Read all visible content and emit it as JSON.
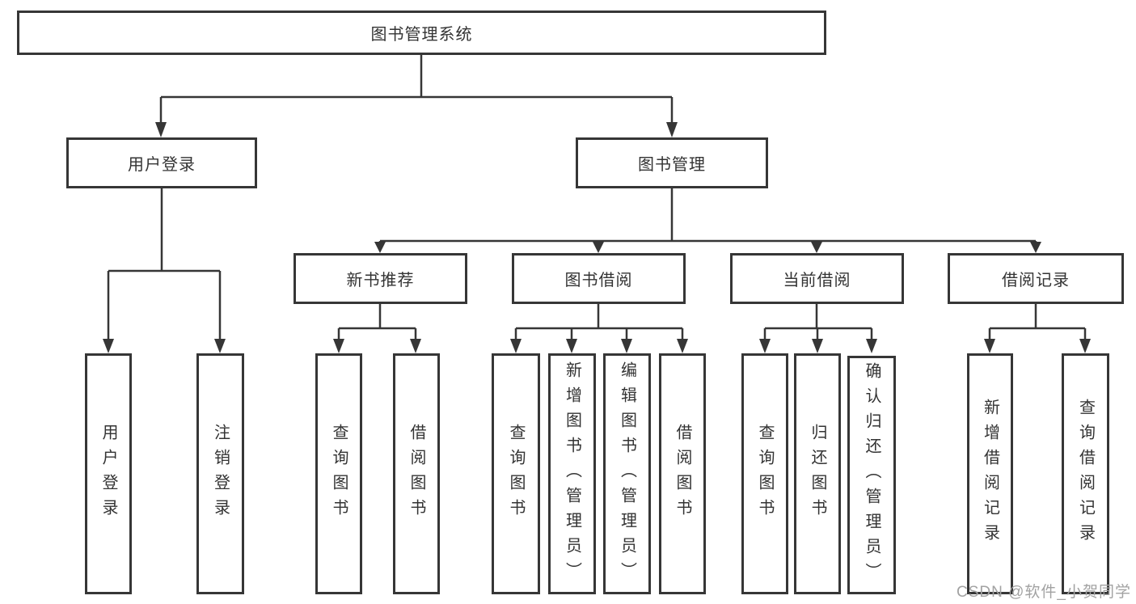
{
  "diagram": {
    "title": "图书管理系统",
    "watermark": "CSDN @软件_小贺同学",
    "colors": {
      "line": "#363636",
      "box_border": "#363636",
      "text": "#333333",
      "background": "#ffffff",
      "watermark": "#a2a2a2"
    }
  },
  "nodes": {
    "root": "图书管理系统",
    "user_login": "用户登录",
    "book_mgmt": "图书管理",
    "new_book_rec": "新书推荐",
    "book_borrow": "图书借阅",
    "current_borrow": "当前借阅",
    "borrow_record": "借阅记录",
    "leaf_user_login": "用户登录",
    "leaf_logout": "注销登录",
    "leaf_nb_query": "查询图书",
    "leaf_nb_borrow": "借阅图书",
    "leaf_bb_query": "查询图书",
    "leaf_bb_add": "新增图书（管理员）",
    "leaf_bb_edit": "编辑图书（管理员）",
    "leaf_bb_borrow": "借阅图书",
    "leaf_cb_query": "查询图书",
    "leaf_cb_return": "归还图书",
    "leaf_cb_confirm": "确认归还（管理员）",
    "leaf_br_add": "新增借阅记录",
    "leaf_br_query": "查询借阅记录"
  },
  "hierarchy": {
    "图书管理系统": {
      "用户登录": [
        "用户登录",
        "注销登录"
      ],
      "图书管理": {
        "新书推荐": [
          "查询图书",
          "借阅图书"
        ],
        "图书借阅": [
          "查询图书",
          "新增图书（管理员）",
          "编辑图书（管理员）",
          "借阅图书"
        ],
        "当前借阅": [
          "查询图书",
          "归还图书",
          "确认归还（管理员）"
        ],
        "借阅记录": [
          "新增借阅记录",
          "查询借阅记录"
        ]
      }
    }
  }
}
